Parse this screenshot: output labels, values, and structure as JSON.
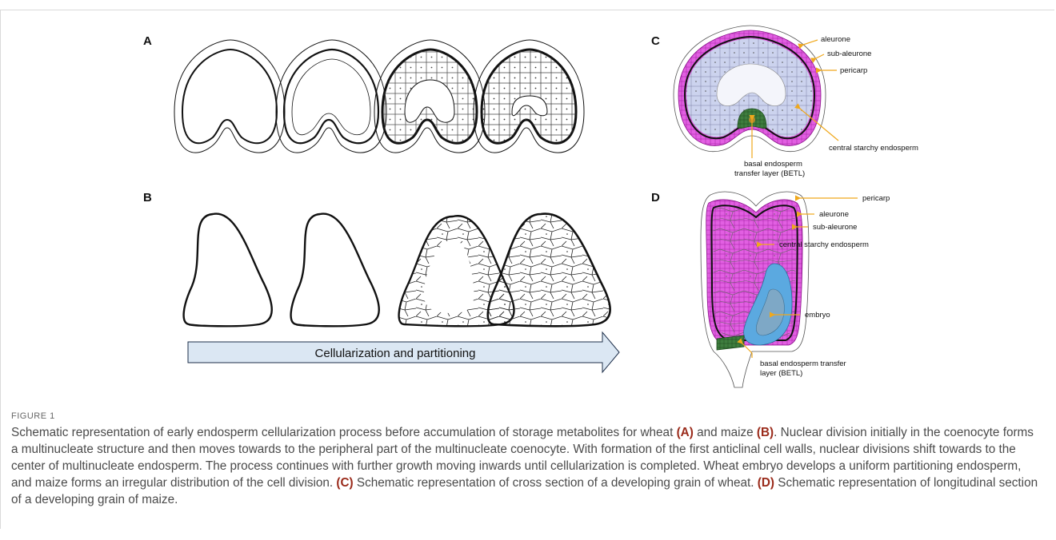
{
  "figure": {
    "panels": {
      "a": "A",
      "b": "B",
      "c": "C",
      "d": "D"
    },
    "arrow_text": "Cellularization and partitioning",
    "panel_c_labels": {
      "aleurone": "aleurone",
      "sub_aleurone": "sub-aleurone",
      "pericarp": "pericarp",
      "central": "central starchy endosperm",
      "betl_1": "basal endosperm",
      "betl_2": "transfer layer (BETL)"
    },
    "panel_d_labels": {
      "pericarp": "pericarp",
      "aleurone": "aleurone",
      "sub_aleurone": "sub-aleurone",
      "central": "central starchy endosperm",
      "embryo": "embryo",
      "betl_1": "basal endosperm transfer",
      "betl_2": "layer (BETL)"
    },
    "colors": {
      "aleurone": "#d63fd6",
      "betl": "#2e6b2e",
      "embryo": "#5ba9e0",
      "leader": "#f0a81c",
      "arrow_fill": "#dbe7f3",
      "caption_ref": "#9a2a1a"
    }
  },
  "caption": {
    "label": "FIGURE 1",
    "s1": "Schematic representation of early endosperm cellularization process before accumulation of storage metabolites for wheat ",
    "r1": "(A)",
    "s2": " and maize ",
    "r2": "(B)",
    "s3": ". Nuclear division initially in the coenocyte forms a multinucleate structure and then moves towards to the peripheral part of the multinucleate coenocyte. With formation of the first anticlinal cell walls, nuclear divisions shift towards to the center of multinucleate endosperm. The process continues with further growth moving inwards until cellularization is completed. Wheat embryo develops a uniform partitioning endosperm, and maize forms an irregular distribution of the cell division. ",
    "r3": "(C)",
    "s4": " Schematic representation of cross section of a developing grain of wheat. ",
    "r4": "(D)",
    "s5": " Schematic representation of longitudinal section of a developing grain of maize."
  }
}
